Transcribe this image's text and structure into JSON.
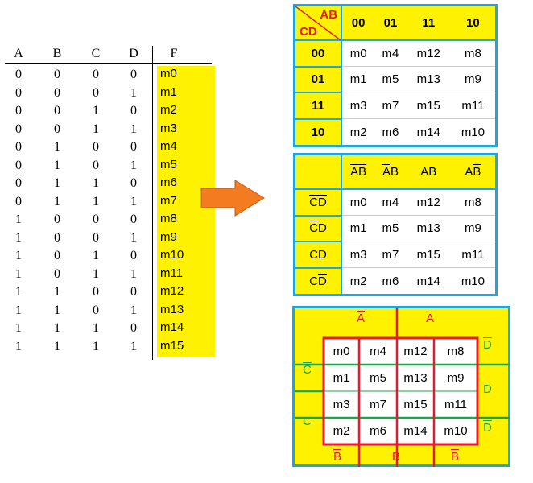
{
  "truth_table": {
    "headers": [
      "A",
      "B",
      "C",
      "D",
      "F"
    ],
    "rows": [
      [
        "0",
        "0",
        "0",
        "0",
        "m0"
      ],
      [
        "0",
        "0",
        "0",
        "1",
        "m1"
      ],
      [
        "0",
        "0",
        "1",
        "0",
        "m2"
      ],
      [
        "0",
        "0",
        "1",
        "1",
        "m3"
      ],
      [
        "0",
        "1",
        "0",
        "0",
        "m4"
      ],
      [
        "0",
        "1",
        "0",
        "1",
        "m5"
      ],
      [
        "0",
        "1",
        "1",
        "0",
        "m6"
      ],
      [
        "0",
        "1",
        "1",
        "1",
        "m7"
      ],
      [
        "1",
        "0",
        "0",
        "0",
        "m8"
      ],
      [
        "1",
        "0",
        "0",
        "1",
        "m9"
      ],
      [
        "1",
        "0",
        "1",
        "0",
        "m10"
      ],
      [
        "1",
        "0",
        "1",
        "1",
        "m11"
      ],
      [
        "1",
        "1",
        "0",
        "0",
        "m12"
      ],
      [
        "1",
        "1",
        "0",
        "1",
        "m13"
      ],
      [
        "1",
        "1",
        "1",
        "0",
        "m14"
      ],
      [
        "1",
        "1",
        "1",
        "1",
        "m15"
      ]
    ]
  },
  "kmap_binary": {
    "corner_top": "AB",
    "corner_bottom": "CD",
    "cols": [
      "00",
      "01",
      "11",
      "10"
    ],
    "rows": [
      {
        "label": "00",
        "cells": [
          "m0",
          "m4",
          "m12",
          "m8"
        ]
      },
      {
        "label": "01",
        "cells": [
          "m1",
          "m5",
          "m13",
          "m9"
        ]
      },
      {
        "label": "11",
        "cells": [
          "m3",
          "m7",
          "m15",
          "m11"
        ]
      },
      {
        "label": "10",
        "cells": [
          "m2",
          "m6",
          "m14",
          "m10"
        ]
      }
    ]
  },
  "kmap_literal": {
    "cols": [
      {
        "a": "A",
        "a_bar": true,
        "b": "B",
        "b_bar": true
      },
      {
        "a": "A",
        "a_bar": true,
        "b": "B",
        "b_bar": false
      },
      {
        "a": "A",
        "a_bar": false,
        "b": "B",
        "b_bar": false
      },
      {
        "a": "A",
        "a_bar": false,
        "b": "B",
        "b_bar": true
      }
    ],
    "rows": [
      {
        "c": "C",
        "c_bar": true,
        "d": "D",
        "d_bar": true,
        "cells": [
          "m0",
          "m4",
          "m12",
          "m8"
        ]
      },
      {
        "c": "C",
        "c_bar": true,
        "d": "D",
        "d_bar": false,
        "cells": [
          "m1",
          "m5",
          "m13",
          "m9"
        ]
      },
      {
        "c": "C",
        "c_bar": false,
        "d": "D",
        "d_bar": false,
        "cells": [
          "m3",
          "m7",
          "m15",
          "m11"
        ]
      },
      {
        "c": "C",
        "c_bar": false,
        "d": "D",
        "d_bar": true,
        "cells": [
          "m2",
          "m6",
          "m14",
          "m10"
        ]
      }
    ]
  },
  "kmap_region": {
    "top_labels": {
      "a_bar": "A",
      "a": "A"
    },
    "bottom_labels": {
      "b_bar_left": "B",
      "b": "B",
      "b_bar_right": "B"
    },
    "left_labels": {
      "c_bar": "C",
      "c": "C"
    },
    "right_labels": {
      "d_bar_top": "D",
      "d": "D",
      "d_bar_bottom": "D"
    },
    "grid": [
      [
        "m0",
        "m4",
        "m12",
        "m8"
      ],
      [
        "m1",
        "m5",
        "m13",
        "m9"
      ],
      [
        "m3",
        "m7",
        "m15",
        "m11"
      ],
      [
        "m2",
        "m6",
        "m14",
        "m10"
      ]
    ]
  },
  "colors": {
    "yellow": "#fff200",
    "blue": "#1aa5e8",
    "red": "#e8182e",
    "green": "#1aa64a",
    "arrow": "#f47b20"
  }
}
